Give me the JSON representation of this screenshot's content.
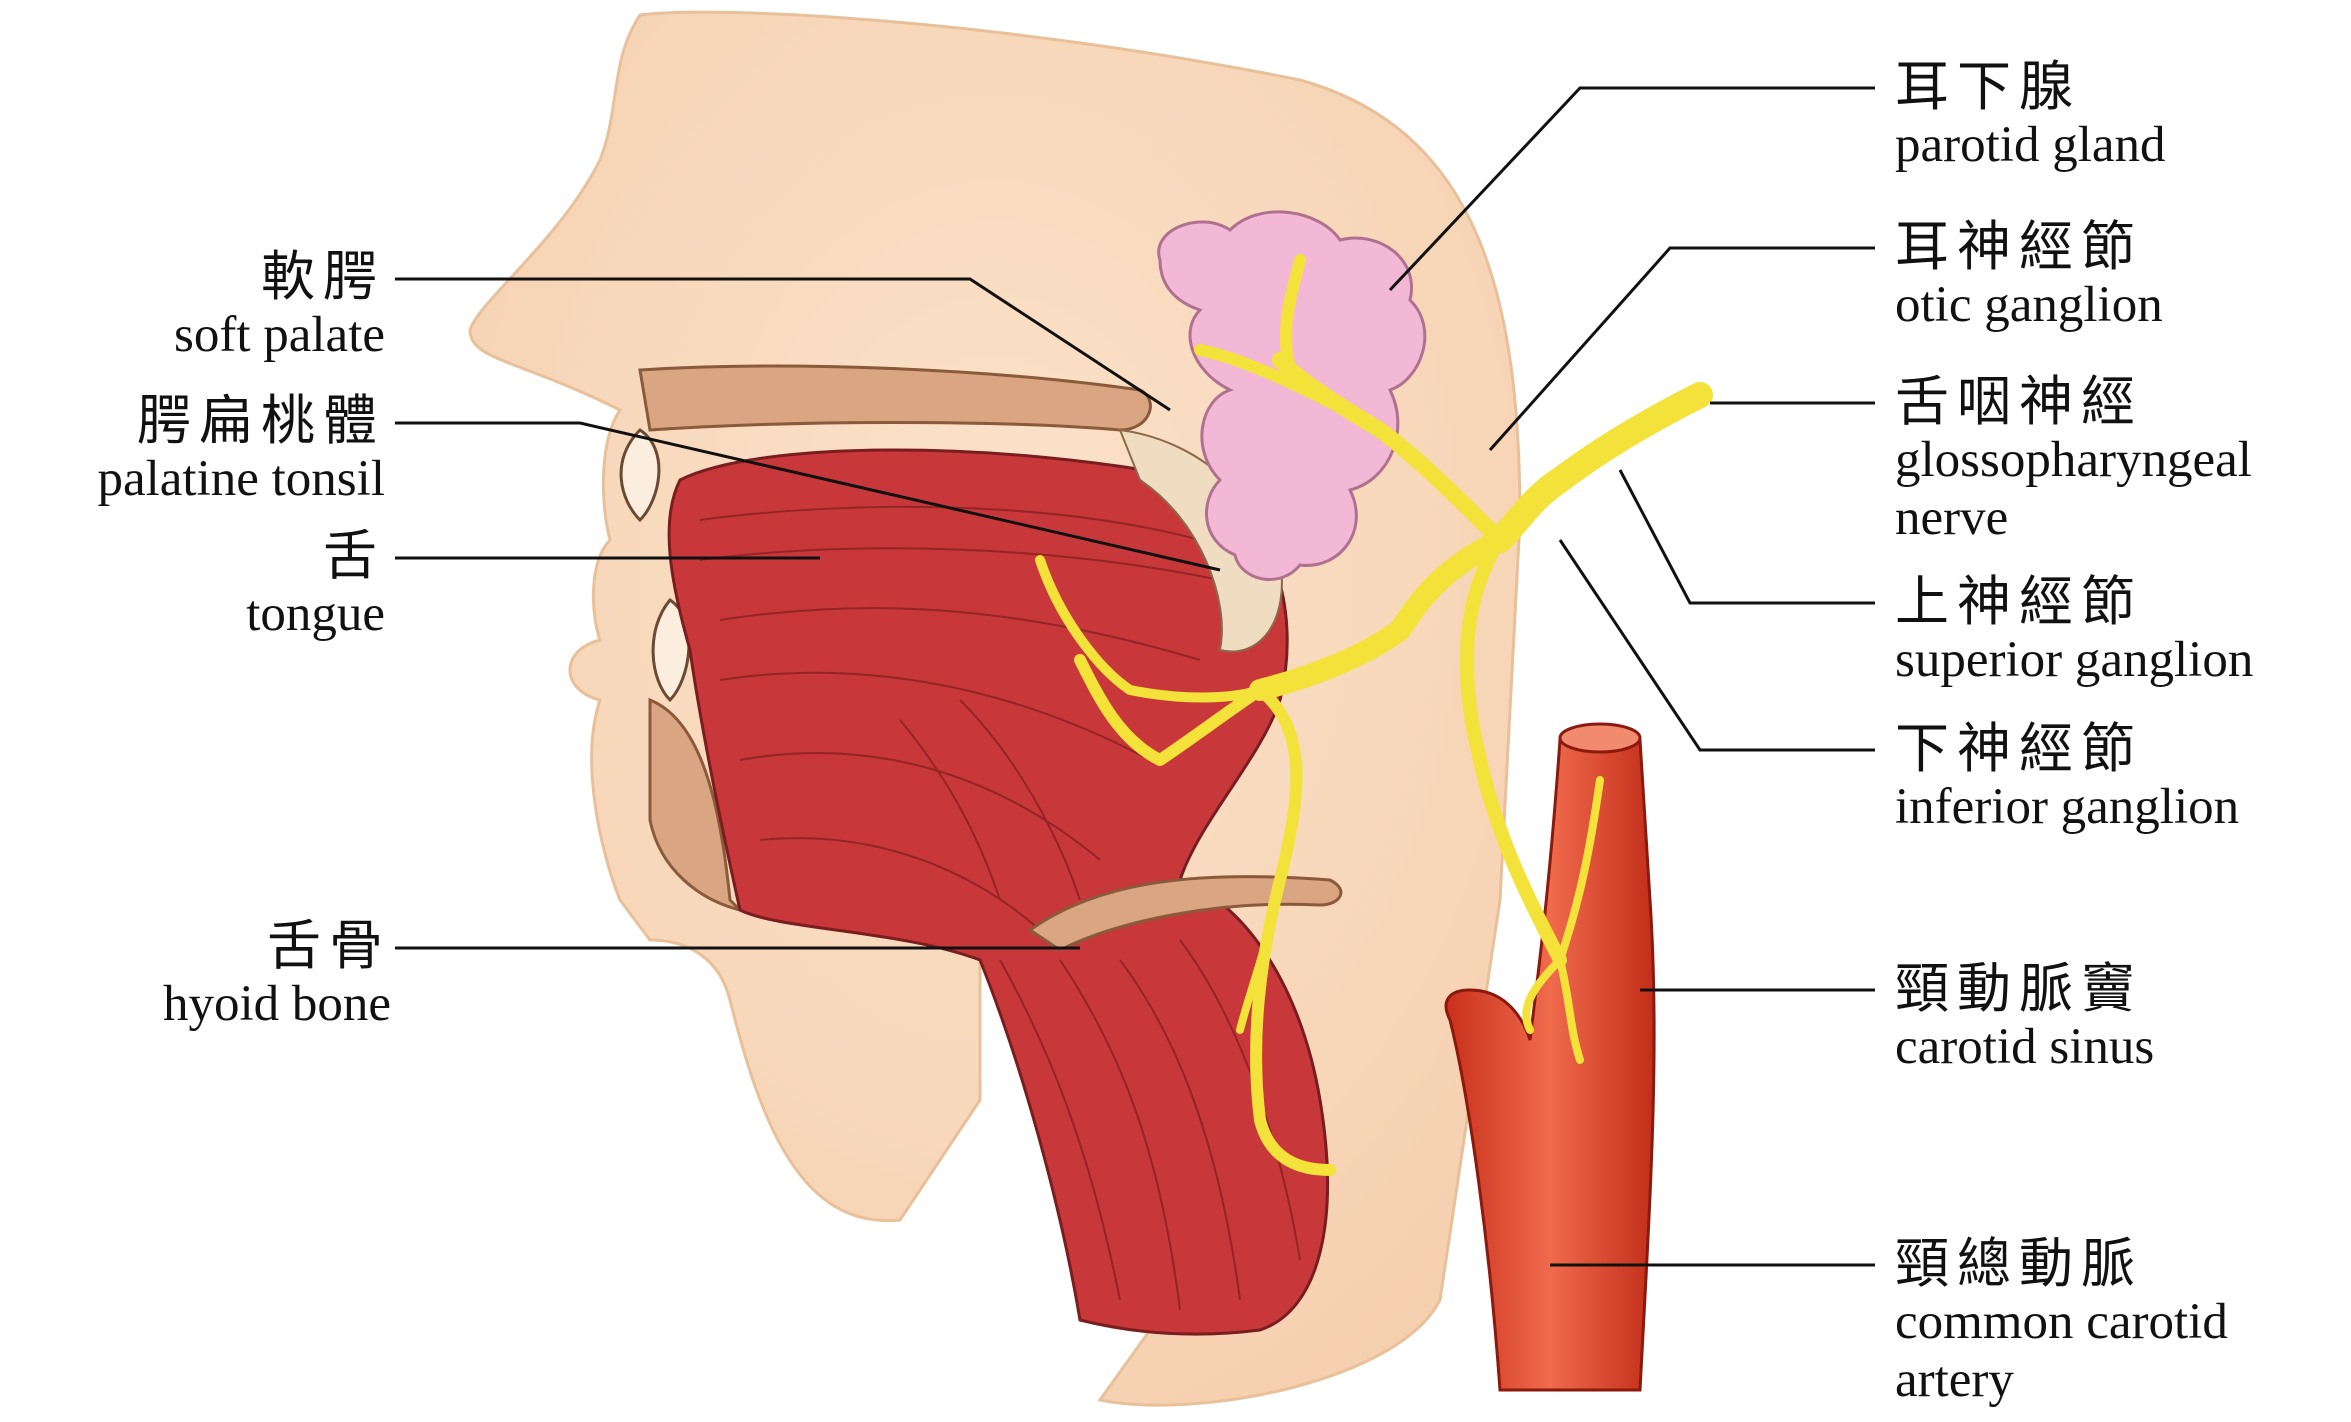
{
  "labels": {
    "soft_palate": {
      "zh": "軟腭",
      "en": "soft palate"
    },
    "palatine_tonsil": {
      "zh": "腭扁桃體",
      "en": "palatine tonsil"
    },
    "tongue": {
      "zh": "舌",
      "en": "tongue"
    },
    "hyoid_bone": {
      "zh": "舌骨",
      "en": "hyoid bone"
    },
    "parotid_gland": {
      "zh": "耳下腺",
      "en": "parotid gland"
    },
    "otic_ganglion": {
      "zh": "耳神經節",
      "en": "otic ganglion"
    },
    "glossopharyngeal_nerve": {
      "zh": "舌咽神經",
      "en": "glossopharyngeal",
      "en2": "nerve"
    },
    "superior_ganglion": {
      "zh": "上神經節",
      "en": "superior ganglion"
    },
    "inferior_ganglion": {
      "zh": "下神經節",
      "en": "inferior ganglion"
    },
    "carotid_sinus": {
      "zh": "頸動脈竇",
      "en": "carotid sinus"
    },
    "common_carotid_artery": {
      "zh": "頸總動脈",
      "en": "common carotid",
      "en2": "artery"
    }
  },
  "colors": {
    "skin": "#f9dcc0",
    "muscle": "#c8383a",
    "nerve": "#f2e23a",
    "gland": "#f2b8d6",
    "bone": "#d9a582",
    "artery": "#e4472e",
    "leader_line": "#111111"
  }
}
